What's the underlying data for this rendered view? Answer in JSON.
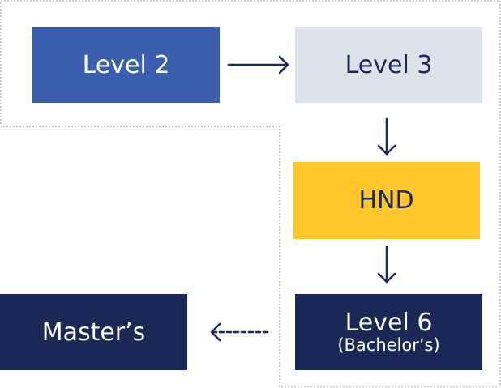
{
  "nodes": {
    "level2": {
      "label": "Level 2",
      "color": "#3B5EAF"
    },
    "level3": {
      "label": "Level 3",
      "color": "#DCE2EA"
    },
    "hnd": {
      "label": "HND",
      "color": "#FFC72C"
    },
    "level6": {
      "label": "Level 6",
      "sublabel": "(Bachelor’s)",
      "color": "#1A2855"
    },
    "masters": {
      "label": "Master’s",
      "color": "#1A2855"
    }
  },
  "colors": {
    "arrow": "#1A2855",
    "border": "#999999"
  }
}
